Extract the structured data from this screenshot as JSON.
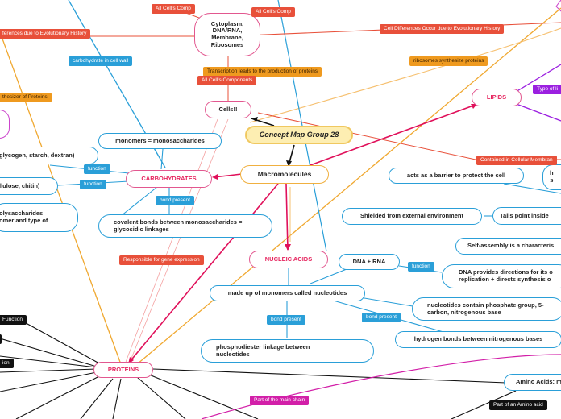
{
  "nodes": {
    "center": "Concept Map Group 28",
    "cells": "Cells!!",
    "cytoplasm": "Cytoplasm, DNA/RNA, Membrane, Ribosomes",
    "macromolecules": "Macromolecules",
    "carbohydrates": "CARBOHYDRATES",
    "monomers_mono": "monomers = monosaccharides",
    "glycogen": "glycogen, starch, dextran)",
    "cellulose": "llulose, chitin)",
    "polysacch": "olysaccharides\nomer and type of",
    "covalent": "covalent bonds between monosaccharides =\nglycosidic linkages",
    "lipids": "LIPIDS",
    "barrier": "acts as a barrier to protect the cell",
    "shielded": "Shielded from external environment",
    "tails": "Tails point inside",
    "selfassembly": "Self-assembly is a characteris",
    "nucleic": "NUCLEIC ACIDS",
    "dna_rna": "DNA + RNA",
    "dna_provides": "DNA provides directions for its o\nreplication + directs synthesis o",
    "made_up": "made up of monomers called nucleotides",
    "nucleotides": "nucleotides contain phosphate group, 5-\ncarbon, nitrogenous base",
    "hydrogen": "hydrogen bonds between nitrogenous bases",
    "phospho": "phosphodiester linkage between\nnucleotides",
    "proteins": "PROTEINS",
    "amino": "Amino Acids: m",
    "right_top_h": "h\ns"
  },
  "labels": {
    "all_cells_comp_1": "All Cell's Comp",
    "all_cells_comp_2": "All Cell's Comp",
    "diff_evo_left": "ferences due to Evolutionary History",
    "diff_evo_right": "Cell Differences Occur due to Evolutionary History",
    "carb_wall": "carbohydrate in cell wall",
    "ribosomes_synth": "ribosomes synthesize proteins",
    "transcription": "Transcription leads to the production of proteins",
    "all_cells_components": "All Cell's Components",
    "synthesizer": "thesizer of Proteins",
    "type_of": "Type of li",
    "function_1": "function",
    "function_2": "function",
    "bond_present_1": "bond present",
    "contained": "Contained in Cellular Membran",
    "responsible": "Responsible for gene expression",
    "function_3": "function",
    "bond_present_2": "bond present",
    "bond_present_3": "bond present",
    "function_black_1": "Function",
    "function_black_2": "ion",
    "part_main_chain": "Part of the main chain",
    "part_amino": "Part of an Amino acid"
  },
  "colors": {
    "blue": "#2a9fd8",
    "red": "#e8503a",
    "orange": "#ef9a1f",
    "pink": "#e2578f",
    "crimson": "#e0105a",
    "purple": "#9b1fe0",
    "magenta": "#d21fa8",
    "black": "#111111",
    "center_fill": "#fdeeb2"
  }
}
